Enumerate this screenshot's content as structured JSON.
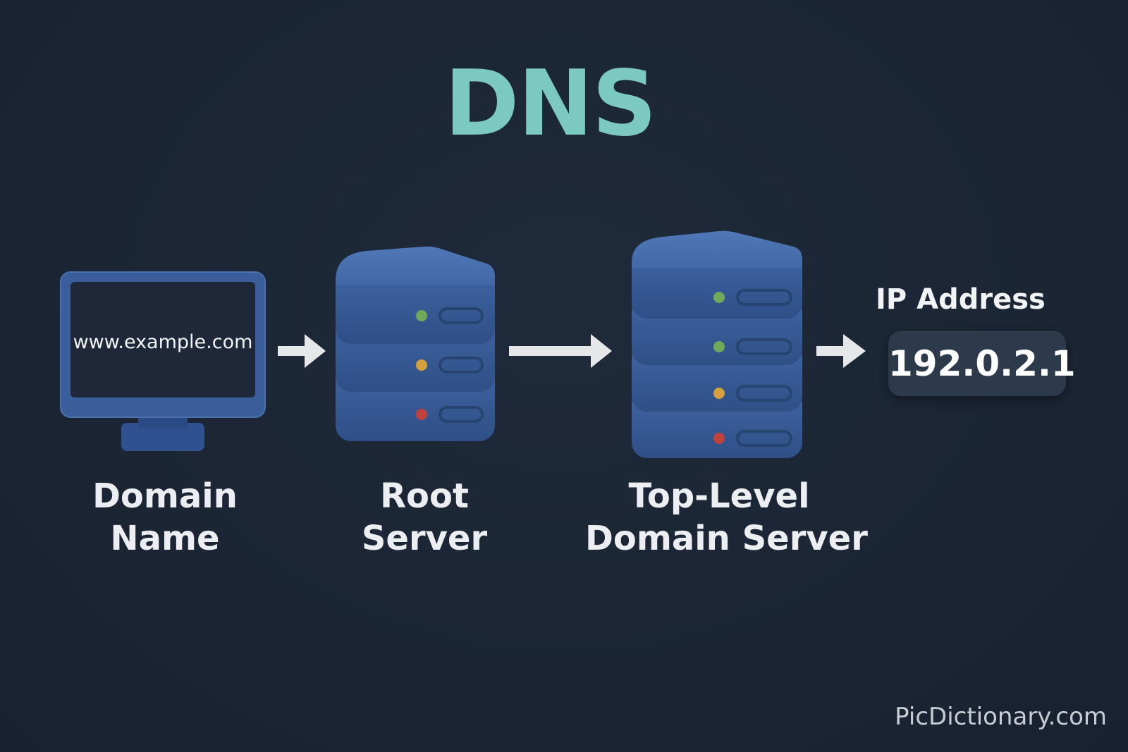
{
  "title": "DNS",
  "colors": {
    "background": "#1b2534",
    "title": "#7cc8c2",
    "server_body": "#3a5e9a",
    "server_top": "#4a70ad",
    "led_green": "#6faa5a",
    "led_yellow": "#d4a13c",
    "led_red": "#c1423c",
    "arrow": "#e6e7e9"
  },
  "domain_name": {
    "url": "www.example.com",
    "label_line1": "Domain",
    "label_line2": "Name",
    "icon": "monitor-icon"
  },
  "root_server": {
    "label_line1": "Root",
    "label_line2": "Server",
    "icon": "server-stack-icon",
    "units": [
      "green",
      "yellow",
      "red"
    ]
  },
  "tld_server": {
    "label_line1": "Top-Level",
    "label_line2": "Domain Server",
    "icon": "server-stack-icon",
    "units": [
      "green",
      "green",
      "yellow",
      "red"
    ]
  },
  "ip_address": {
    "label": "IP Address",
    "value": "192.0.2.1"
  },
  "watermark": "PicDictionary.com"
}
